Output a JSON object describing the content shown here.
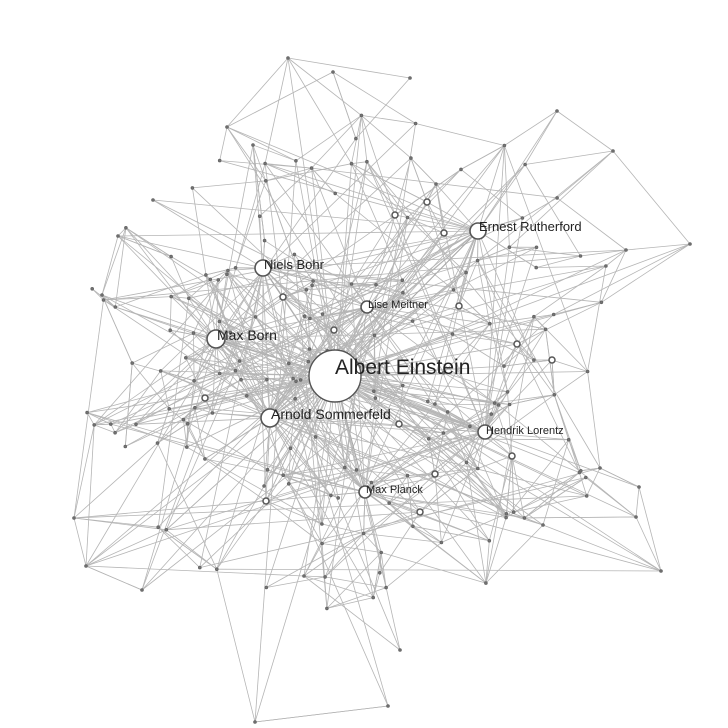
{
  "graph": {
    "labeled_nodes": [
      {
        "id": "einstein",
        "label": "Albert Einstein",
        "weight": 100
      },
      {
        "id": "rutherford",
        "label": "Ernest Rutherford",
        "weight": 18
      },
      {
        "id": "bohr",
        "label": "Niels Bohr",
        "weight": 17
      },
      {
        "id": "meitner",
        "label": "Lise Meitner",
        "weight": 12
      },
      {
        "id": "born",
        "label": "Max Born",
        "weight": 22
      },
      {
        "id": "sommerfeld",
        "label": "Arnold Sommerfeld",
        "weight": 22
      },
      {
        "id": "lorentz",
        "label": "Hendrik Lorentz",
        "weight": 15
      },
      {
        "id": "planck",
        "label": "Max Planck",
        "weight": 12
      }
    ],
    "colors": {
      "edge": "#b5b5b5",
      "node_stroke": "#555555",
      "node_fill": "#ffffff",
      "small_node_fill": "#777777"
    }
  }
}
